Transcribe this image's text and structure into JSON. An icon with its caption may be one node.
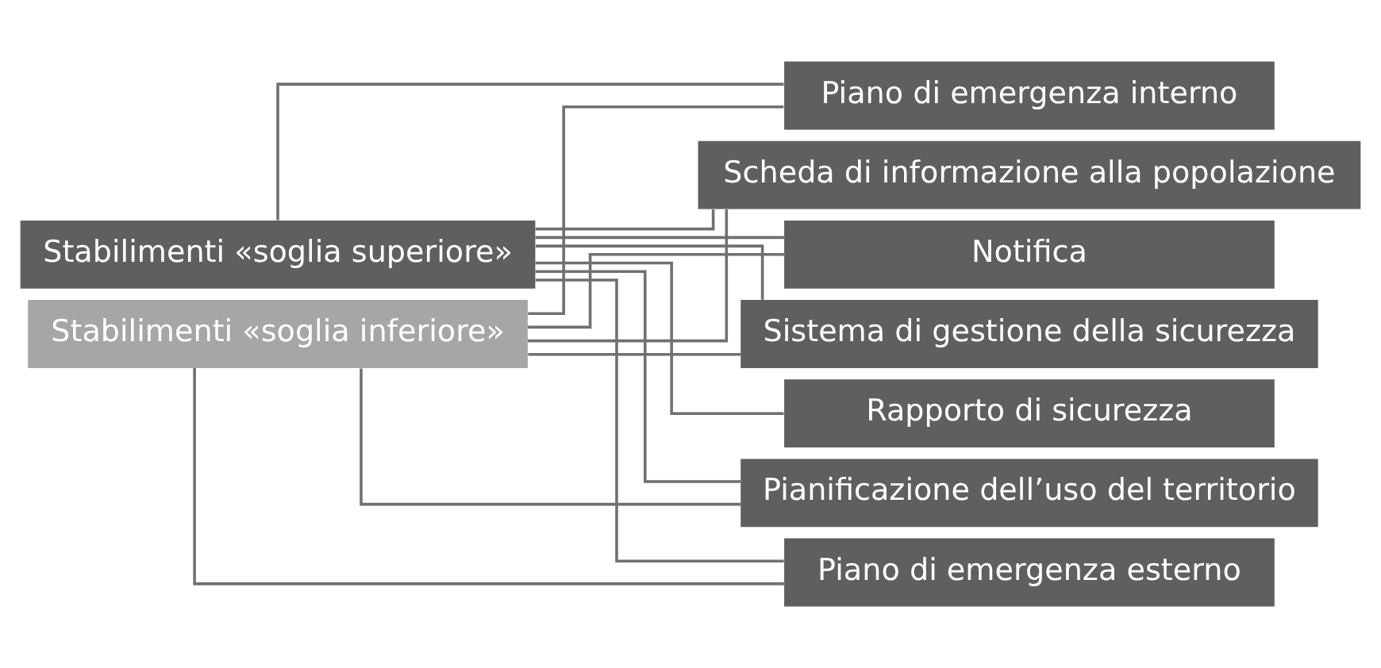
{
  "diagram": {
    "nodes": [
      {
        "text": [
          "Stabilimenti «soglia superiore»"
        ]
      },
      {
        "text": [
          "Stabilimenti «soglia inferiore»"
        ]
      },
      {
        "text": [
          "Piano di emergenza interno"
        ]
      },
      {
        "text": [
          "Scheda di informazione alla popolazione"
        ]
      },
      {
        "text": [
          "Notifica"
        ]
      },
      {
        "text": [
          "Sistema di gestione della sicurezza"
        ]
      },
      {
        "text": [
          "Rapporto di sicurezza"
        ]
      },
      {
        "text": [
          "Pianificazione dell’uso del territorio"
        ]
      },
      {
        "text": [
          "Piano di emergenza esterno"
        ]
      }
    ],
    "edges": [
      {
        "from": 0,
        "to": 2,
        "arrow": "none"
      },
      {
        "from": 0,
        "to": 3,
        "arrow": "none"
      },
      {
        "from": 0,
        "to": 4,
        "arrow": "none"
      },
      {
        "from": 0,
        "to": 5,
        "arrow": "none"
      },
      {
        "from": 0,
        "to": 6,
        "arrow": "none"
      },
      {
        "from": 0,
        "to": 7,
        "arrow": "none"
      },
      {
        "from": 0,
        "to": 8,
        "arrow": "none"
      },
      {
        "from": 1,
        "to": 2,
        "arrow": "none"
      },
      {
        "from": 1,
        "to": 3,
        "arrow": "none"
      },
      {
        "from": 1,
        "to": 4,
        "arrow": "none"
      },
      {
        "from": 1,
        "to": 5,
        "arrow": "none"
      },
      {
        "from": 1,
        "to": 7,
        "arrow": "none"
      },
      {
        "from": 1,
        "to": 8,
        "arrow": "none"
      }
    ]
  }
}
